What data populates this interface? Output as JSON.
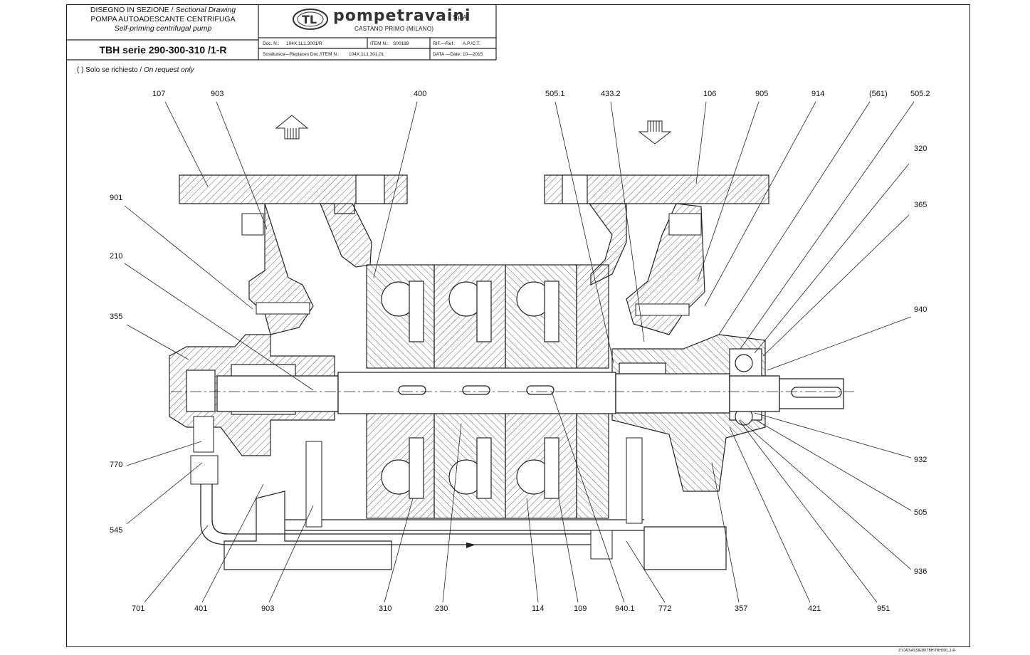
{
  "title_block": {
    "line1_it": "DISEGNO IN SEZIONE",
    "line1_en": "Sectional Drawing",
    "line2_it": "POMPA AUTOADESCANTE CENTRIFUGA",
    "line3_en": "Self-priming centrifugal pump",
    "series": "TBH serie 290-300-310 /1-R",
    "brand": "pompetravaini",
    "brand_suffix": "S.p.A.",
    "brand_city": "CASTANO PRIMO  (MILANO)",
    "doc_label": "Doc.  N.:",
    "doc_value": "104X.1L1.3001/R",
    "item_label": "ITEM  N.:",
    "item_value": "S00188",
    "ref_label": "RIF.—Ref.:",
    "ref_value": "A.P./C.T.",
    "replaces_label": "Sostituisce—Replaces  Doc./ITEM  N.:",
    "replaces_value": "104X.1L1.301.01",
    "date_label": "DATA —Date:",
    "date_value": "10—2015"
  },
  "note": {
    "it": "( ) Solo se richiesto /",
    "en": "On request only"
  },
  "labels": {
    "top": [
      "107",
      "903",
      "400",
      "505.1",
      "433.2",
      "106",
      "905",
      "914",
      "(561)",
      "505.2"
    ],
    "left": [
      "901",
      "210",
      "355",
      "770",
      "545"
    ],
    "right": [
      "320",
      "365",
      "940",
      "932",
      "505",
      "936"
    ],
    "bottom": [
      "701",
      "401",
      "903",
      "310",
      "230",
      "114",
      "109",
      "940.1",
      "772",
      "357",
      "421",
      "951"
    ]
  },
  "footer_ref": "Z:\\CAD\\ASSIEMI\\TBH\\TBH300_1-R"
}
